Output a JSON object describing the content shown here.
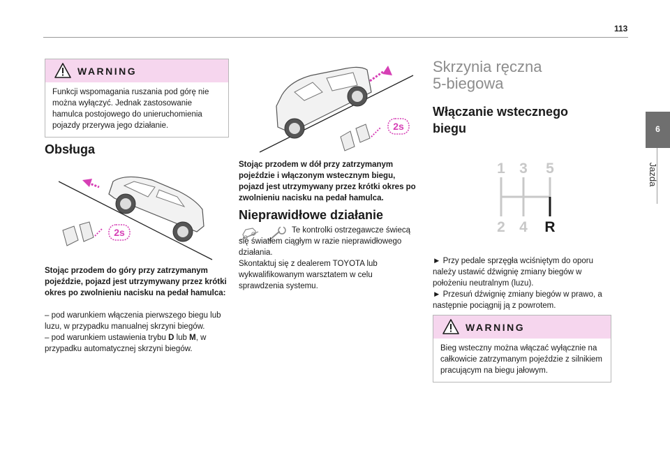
{
  "page_number": "113",
  "side_tab": {
    "number": "6",
    "label": "Jazda"
  },
  "warning_1": {
    "title": "WARNING",
    "text": "Funkcji wspomagania ruszania pod górę nie można wyłączyć. Jednak zastosowanie hamulca postojowego do unieruchomienia pojazdy przerywa jego działanie."
  },
  "obsluga": {
    "heading": "Obsługa",
    "illustration_label": "2s",
    "caption": "Stojąc przodem do góry przy zatrzymanym pojeździe, pojazd jest utrzymywany przez krótki okres po zwolnieniu nacisku na pedał hamulca:",
    "item_1": "– pod warunkiem włączenia pierwszego biegu lub luzu, w przypadku manualnej skrzyni biegów.",
    "item_2_pre": "– pod warunkiem ustawienia trybu ",
    "item_2_d": "D",
    "item_2_mid": " lub ",
    "item_2_m": "M",
    "item_2_post": ", w przypadku automatycznej skrzyni biegów."
  },
  "downhill": {
    "illustration_label": "2s",
    "caption": "Stojąc przodem w dół przy zatrzymanym pojeździe i włączonym wstecznym biegu, pojazd jest utrzymywany przez krótki okres po zwolnieniu nacisku na pedał hamulca."
  },
  "malfunction": {
    "heading": "Nieprawidłowe działanie",
    "text_1": "Te kontrolki ostrzegawcze świecą się światłem ciągłym w razie nieprawidłowego działania.",
    "text_2": "Skontaktuj się z dealerem TOYOTA lub wykwalifikowanym warsztatem w celu sprawdzenia systemu."
  },
  "gearbox": {
    "chapter_line_1": "Skrzynia ręczna",
    "chapter_line_2": "5-biegowa",
    "heading_line_1": "Włączanie wstecznego",
    "heading_line_2": "biegu",
    "gear_labels": [
      "1",
      "3",
      "5",
      "2",
      "4",
      "R"
    ],
    "step_1": "► Przy pedale sprzęgła wciśniętym do oporu należy ustawić dźwignię zmiany biegów w położeniu neutralnym (luzu).",
    "step_2": "► Przesuń dźwignię zmiany biegów w prawo, a następnie pociągnij ją z powrotem."
  },
  "warning_2": {
    "title": "WARNING",
    "text": "Bieg wsteczny można włączać wyłącznie na całkowicie zatrzymanym pojeździe z silnikiem pracującym na biegu jałowym."
  },
  "colors": {
    "warning_header": "#f6d6ee",
    "accent_pink": "#d63fb5",
    "tab_gray": "#6f6f6f",
    "chapter_gray": "#8c8c8c"
  }
}
